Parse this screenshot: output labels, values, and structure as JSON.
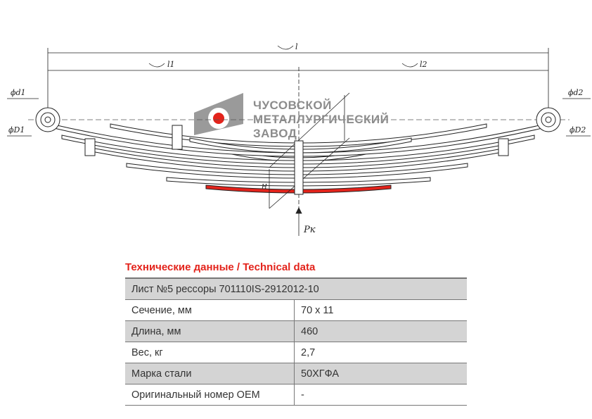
{
  "drawing": {
    "dim_l": "l",
    "dim_l1": "l1",
    "dim_l2": "l2",
    "d1": "ϕd1",
    "D1": "ϕD1",
    "d2": "ϕd2",
    "D2": "ϕD2",
    "H": "H",
    "Pk": "Pк",
    "highlight_color": "#e3231b"
  },
  "logo": {
    "line1": "ЧУСОВСКОЙ",
    "line2": "МЕТАЛЛУРГИЧЕСКИЙ",
    "line3": "ЗАВОД"
  },
  "title": "Технические данные / Technical data",
  "table": {
    "header": "Лист №5 рессоры 701110IS-2912012-10",
    "rows": [
      {
        "label": "Сечение, мм",
        "value": "70 х 11"
      },
      {
        "label": "Длина, мм",
        "value": "460"
      },
      {
        "label": "Вес, кг",
        "value": "2,7"
      },
      {
        "label": "Марка стали",
        "value": "50ХГФА"
      },
      {
        "label": "Оригинальный номер OEM",
        "value": "-"
      }
    ]
  }
}
